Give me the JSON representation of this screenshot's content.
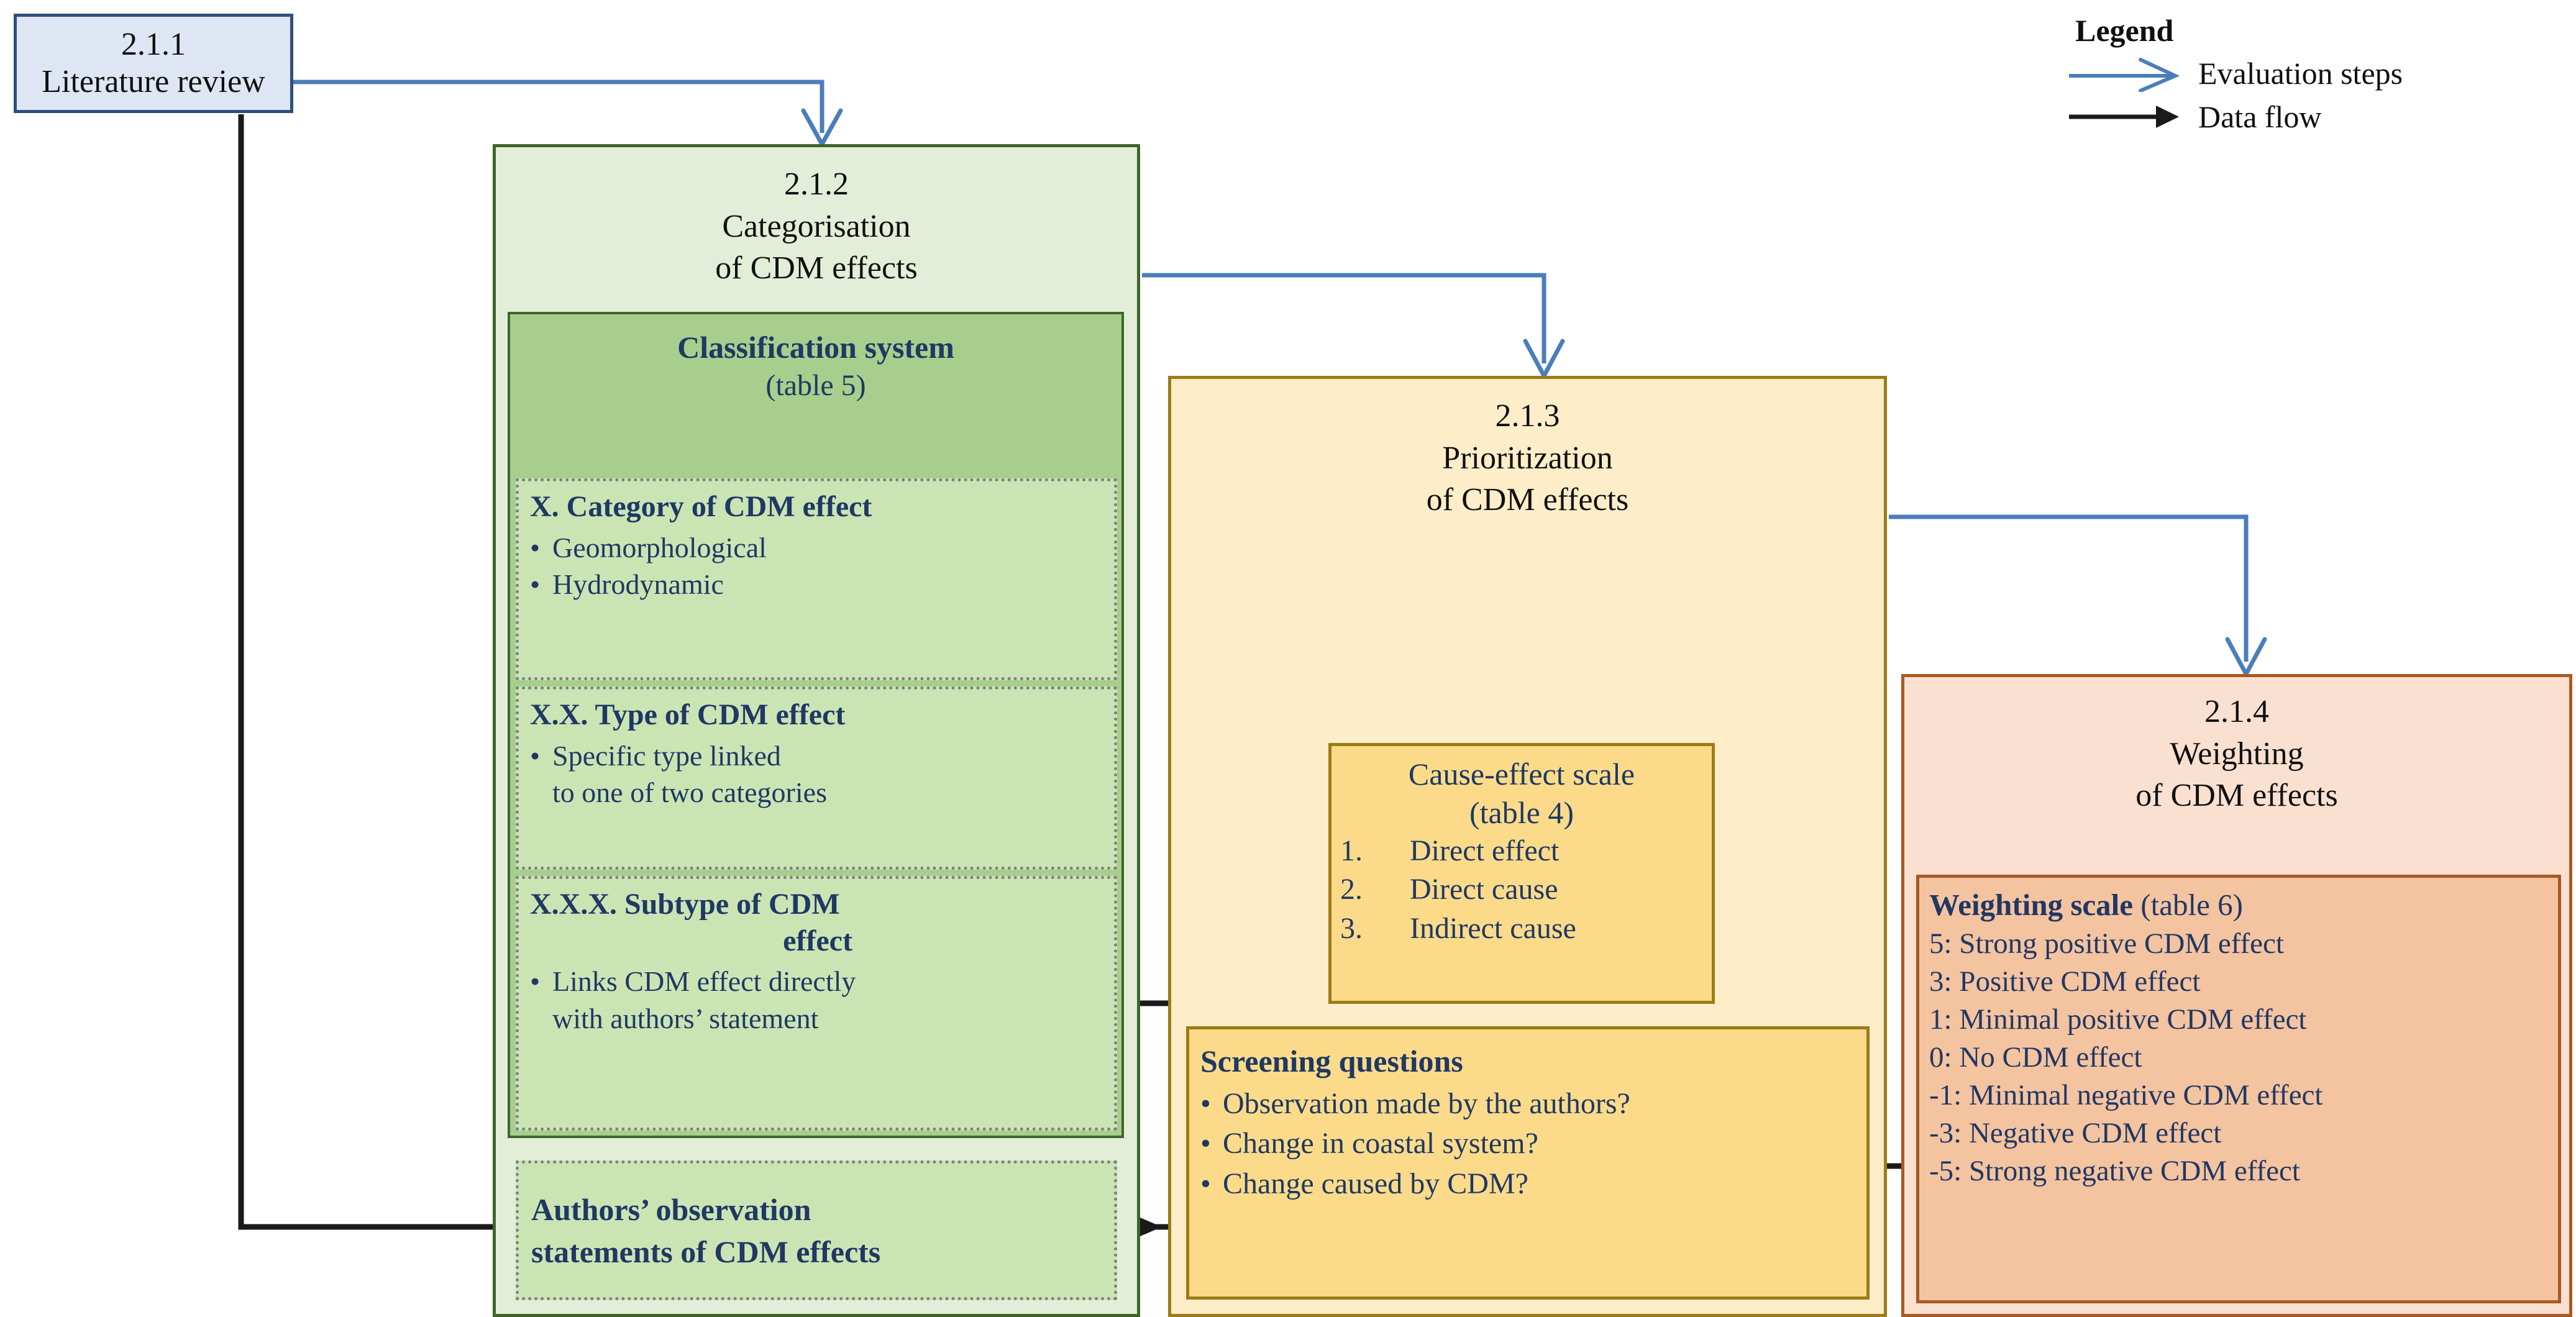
{
  "colors": {
    "blue_fill": "#dde6f2",
    "blue_border": "#2e4f7c",
    "green_fill": "#e3eed9",
    "green_border": "#3f6628",
    "green_mid": "#a8ce8d",
    "green_light": "#cbe4b4",
    "yellow_fill": "#fdeec9",
    "yellow_border": "#9d7c17",
    "yellow_mid": "#fbdb8a",
    "orange_fill": "#fae0d1",
    "orange_border": "#a95a22",
    "orange_mid": "#f4c3a0",
    "heading_text": "#1f3864",
    "evaluation_arrow": "#4a7ebb",
    "data_arrow": "#1a1a1a"
  },
  "step_211": {
    "number": "2.1.1",
    "title": "Literature review"
  },
  "step_212": {
    "number": "2.1.2",
    "title_line1": "Categorisation",
    "title_line2": "of CDM effects",
    "classification": {
      "title": "Classification system",
      "table_ref": "(table 5)",
      "panels": [
        {
          "heading": "X. Category of CDM effect",
          "bullets": [
            "Geomorphological",
            "Hydrodynamic"
          ],
          "continuation": []
        },
        {
          "heading": "X.X. Type of CDM effect",
          "bullets": [
            "Specific type linked"
          ],
          "continuation": [
            "to one of two categories"
          ]
        },
        {
          "heading_line1": "X.X.X. Subtype of CDM",
          "heading_line2": "effect",
          "bullets": [
            "Links CDM effect directly"
          ],
          "continuation": [
            "with authors’ statement"
          ]
        }
      ]
    },
    "authors_observation": {
      "line1": "Authors’ observation",
      "line2": "statements of CDM effects"
    }
  },
  "step_213": {
    "number": "2.1.3",
    "title_line1": "Prioritization",
    "title_line2": "of CDM effects",
    "cause_effect_scale": {
      "title": "Cause-effect scale",
      "table_ref": "(table 4)",
      "items": [
        {
          "n": "1.",
          "label": "Direct effect"
        },
        {
          "n": "2.",
          "label": "Direct cause"
        },
        {
          "n": "3.",
          "label": "Indirect cause"
        }
      ]
    },
    "screening_questions": {
      "heading": "Screening questions",
      "questions": [
        "Observation made by the authors?",
        "Change in coastal system?",
        "Change caused by CDM?"
      ]
    }
  },
  "step_214": {
    "number": "2.1.4",
    "title_line1": "Weighting",
    "title_line2": "of CDM effects",
    "weighting_scale": {
      "title": "Weighting scale",
      "table_ref": "(table 6)",
      "levels": [
        "5: Strong positive CDM effect",
        "3: Positive CDM effect",
        "1: Minimal positive CDM effect",
        "0: No CDM effect",
        "-1: Minimal negative CDM effect",
        "-3: Negative CDM effect",
        "-5: Strong negative CDM effect"
      ]
    }
  },
  "legend": {
    "title": "Legend",
    "items": [
      {
        "icon": "thin-open-arrow-icon",
        "label": "Evaluation steps"
      },
      {
        "icon": "solid-arrow-icon",
        "label": "Data flow"
      }
    ]
  }
}
